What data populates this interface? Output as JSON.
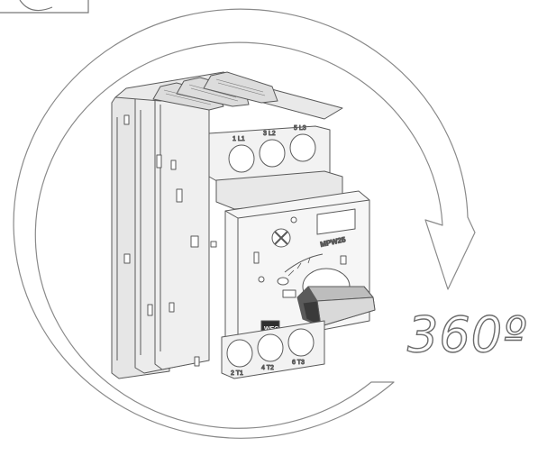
{
  "rotation_label": "360º",
  "device": {
    "model_label": "MPW25",
    "brand_label": "WEG",
    "top_terminals": [
      "1 L1",
      "3 L2",
      "5 L3"
    ],
    "bottom_terminals": [
      "2 T1",
      "4 T2",
      "6 T3"
    ]
  },
  "colors": {
    "outline": "#5a5a5a",
    "body_fill": "#f4f4f4",
    "body_shade": "#e2e2e2",
    "handle": "#3a3a3a",
    "arrow": "#8a8a8a"
  }
}
